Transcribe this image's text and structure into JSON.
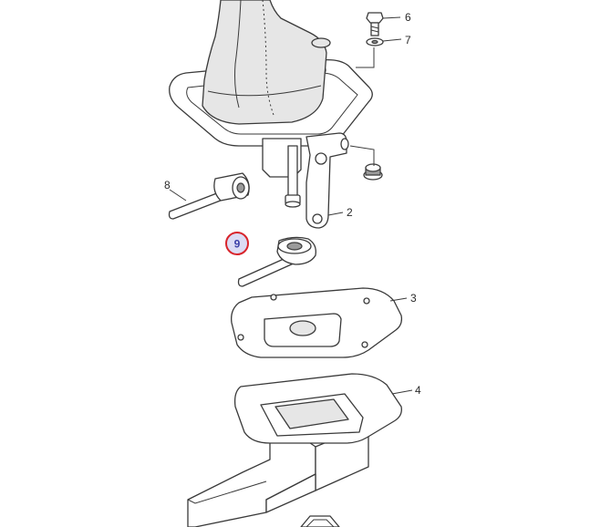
{
  "callouts": [
    {
      "id": "6",
      "label": "6"
    },
    {
      "id": "7",
      "label": "7"
    },
    {
      "id": "8",
      "label": "8"
    },
    {
      "id": "2",
      "label": "2"
    },
    {
      "id": "9",
      "label": "9"
    },
    {
      "id": "3",
      "label": "3"
    },
    {
      "id": "4",
      "label": "4"
    }
  ],
  "highlighted_callout": "9",
  "colors": {
    "highlight_ring": "#d8242b",
    "highlight_fill": "#dcdcf4",
    "highlight_text": "#3b3fa8",
    "boot": "#e6e6e6",
    "line": "#3a3a3a"
  }
}
